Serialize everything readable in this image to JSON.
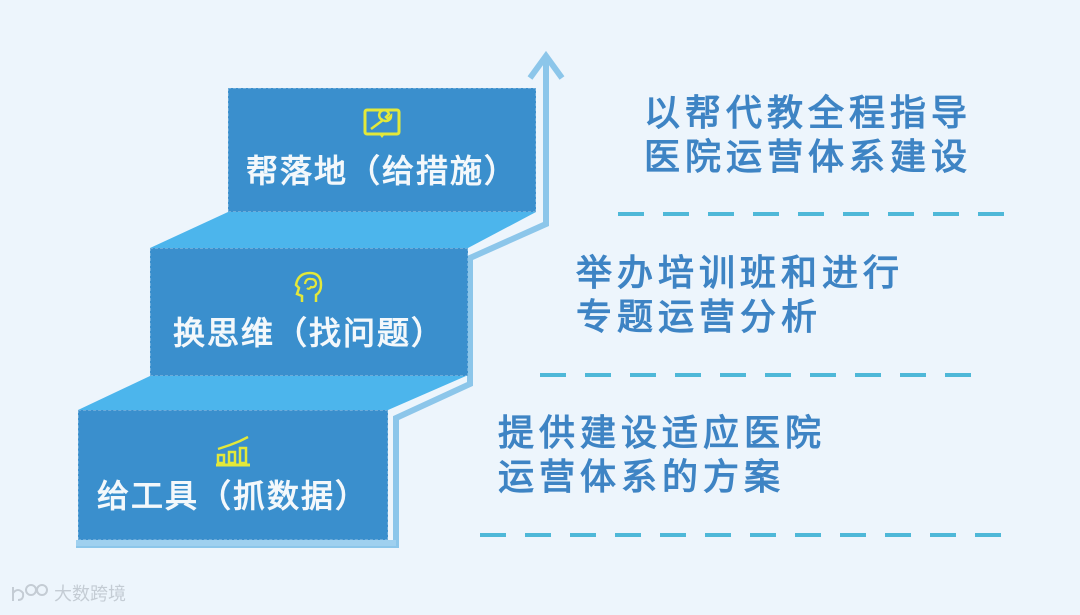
{
  "colors": {
    "background": "#edf5fc",
    "step_face": "#3a8fcd",
    "step_top": "#4cb5ec",
    "arrow": "#8cc6ea",
    "text_blue": "#3e84c4",
    "dash": "#4fb8d8",
    "icon_yellow": "#e3e83a"
  },
  "steps": [
    {
      "label": "给工具（抓数据）",
      "icon": "bar-chart-growth-icon"
    },
    {
      "label": "换思维（找问题）",
      "icon": "head-brain-icon"
    },
    {
      "label": "帮落地（给措施）",
      "icon": "wrench-screen-icon"
    }
  ],
  "descriptions": [
    {
      "line1": "以帮代教全程指导",
      "line2": "医院运营体系建设"
    },
    {
      "line1": "举办培训班和进行",
      "line2": "专题运营分析"
    },
    {
      "line1": "提供建设适应医院",
      "line2": "运营体系的方案"
    }
  ],
  "watermark": {
    "logo": "1688-logo-icon",
    "text": "大数跨境"
  }
}
